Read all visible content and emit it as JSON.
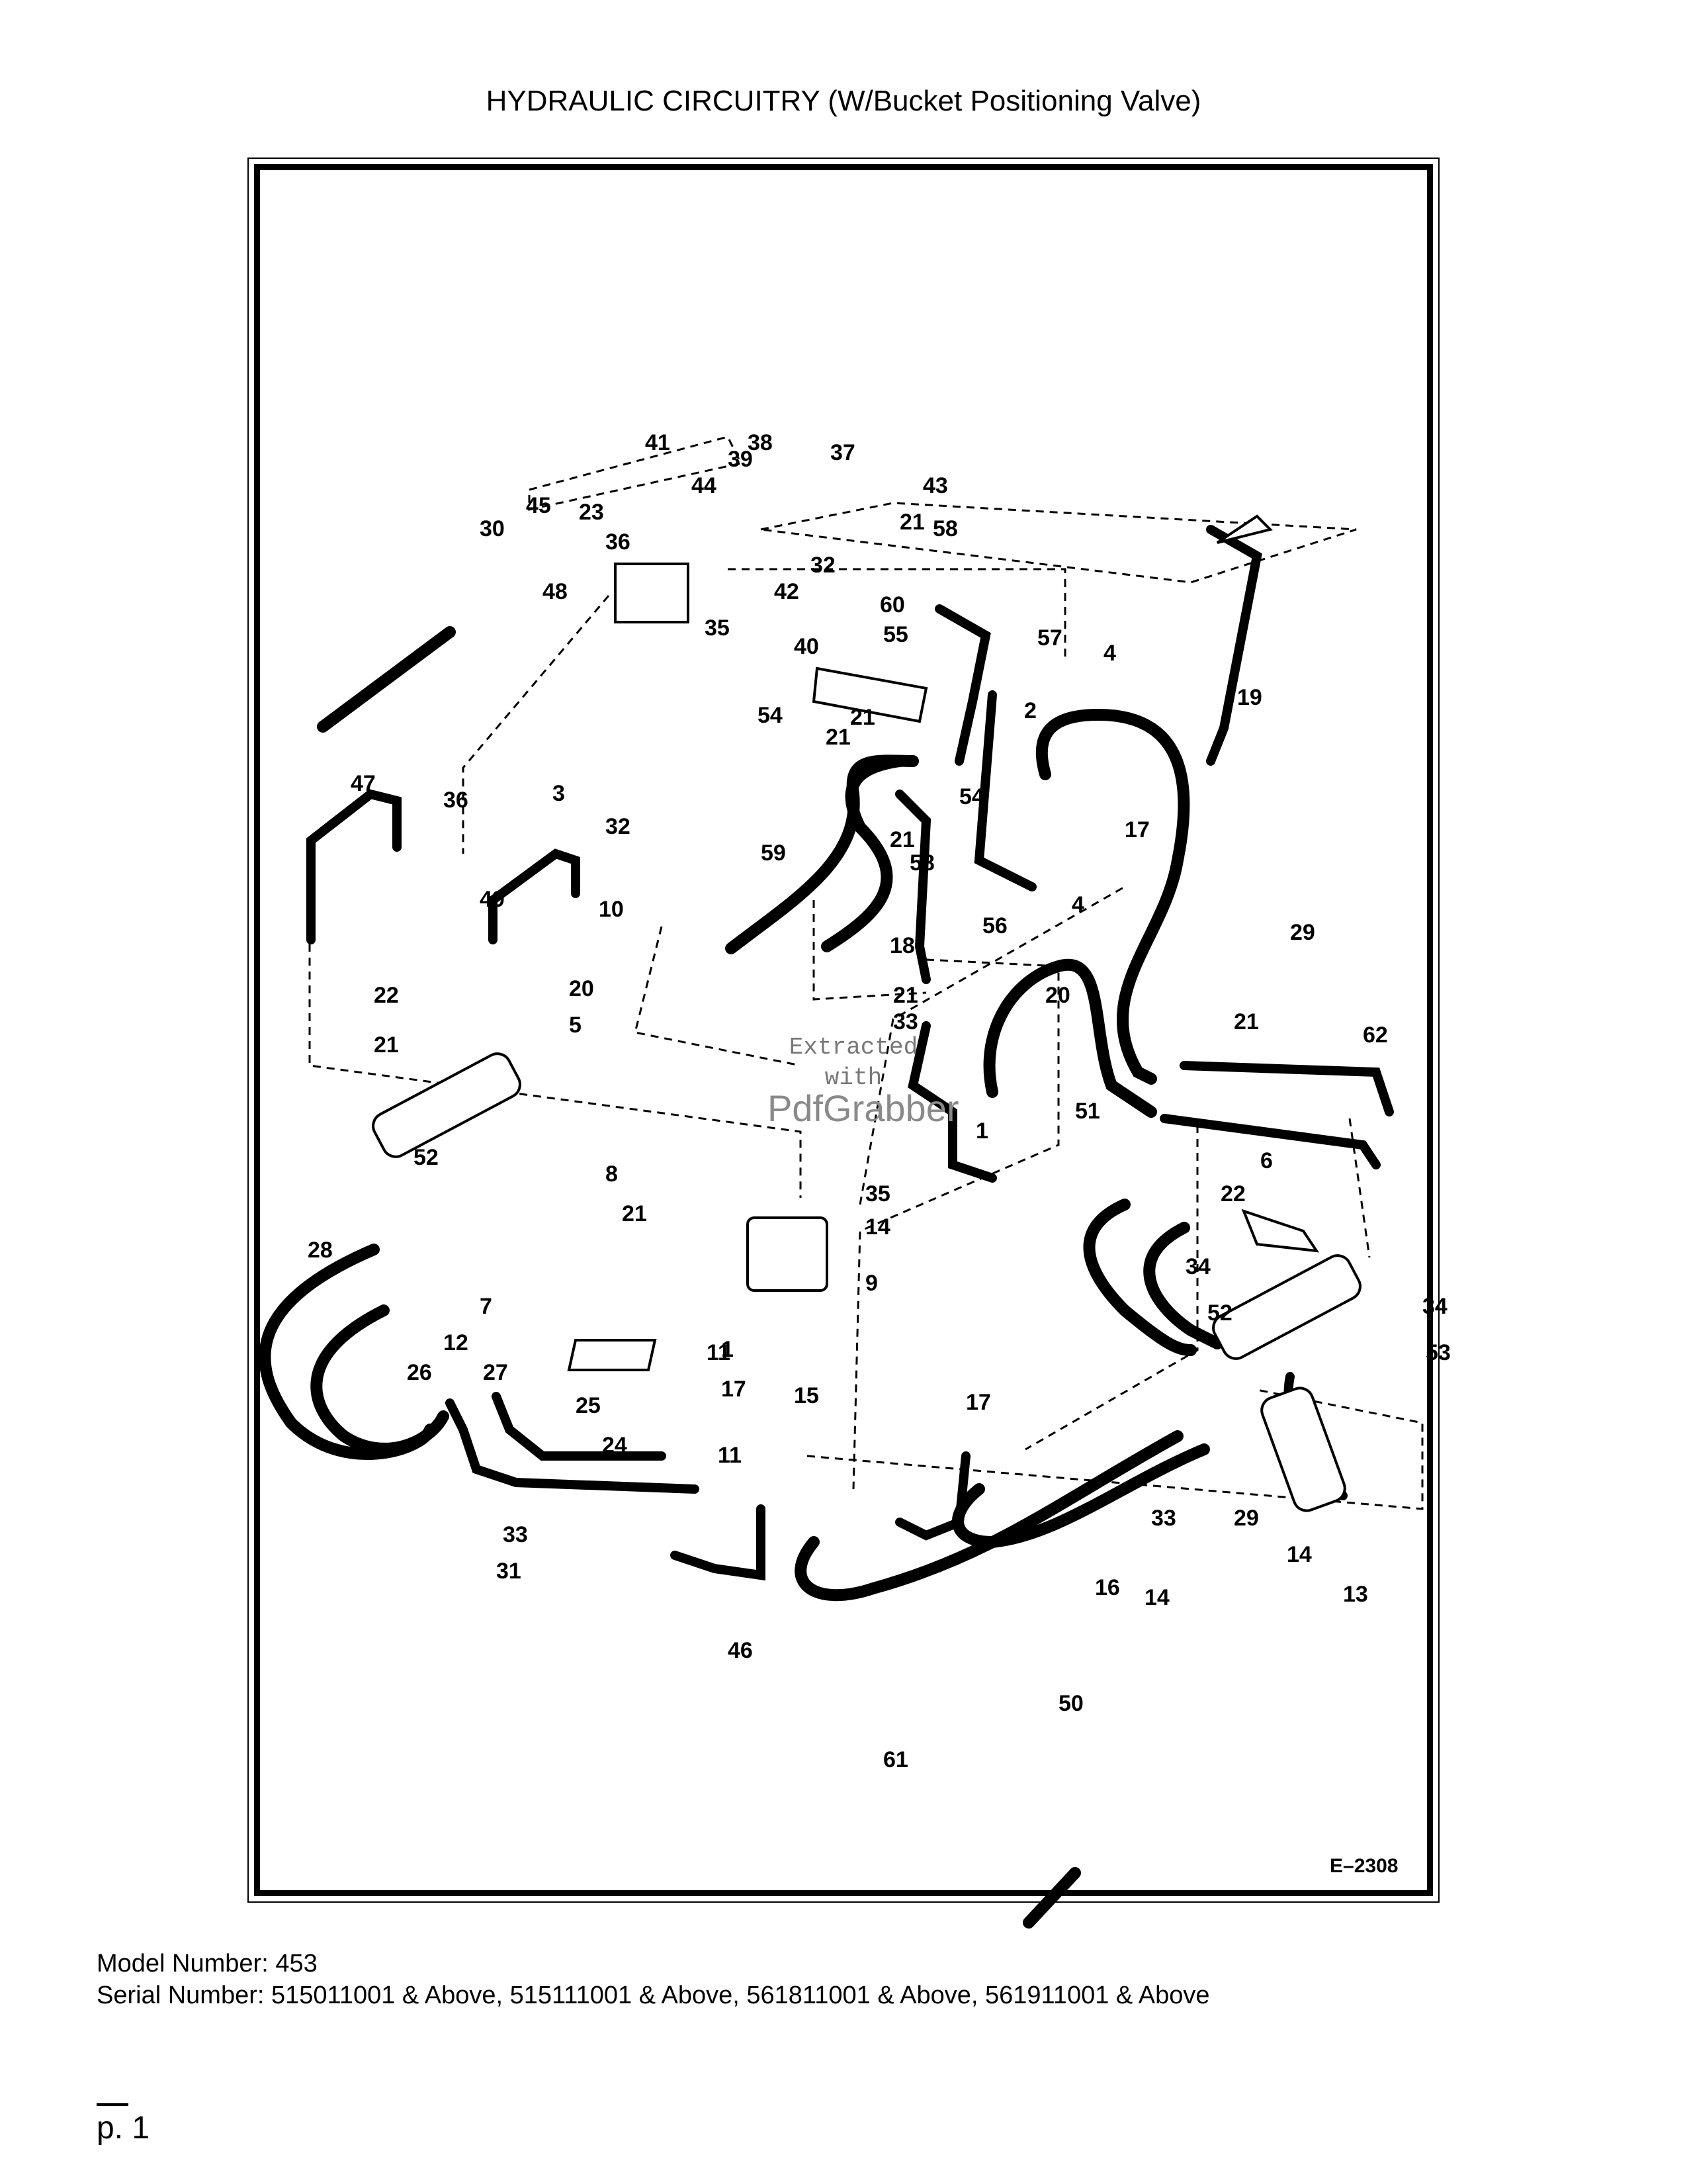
{
  "title": "HYDRAULIC CIRCUITRY (W/Bucket Positioning Valve)",
  "figure_id": "E–2308",
  "watermark": {
    "line1": "Extracted",
    "line2": "with",
    "brand": "PdfGrabber"
  },
  "footer": {
    "model": "Model Number: 453",
    "serial": "Serial Number: 515011001 & Above, 515111001 & Above, 561811001 & Above, 561911001 & Above"
  },
  "page_number": "p. 1",
  "callouts": [
    "41",
    "38",
    "37",
    "39",
    "44",
    "43",
    "45",
    "23",
    "30",
    "36",
    "48",
    "21",
    "58",
    "32",
    "42",
    "60",
    "35",
    "40",
    "55",
    "57",
    "4",
    "2",
    "54",
    "21",
    "21",
    "19",
    "47",
    "36",
    "3",
    "32",
    "59",
    "54",
    "17",
    "49",
    "10",
    "21",
    "58",
    "56",
    "4",
    "18",
    "29",
    "20",
    "22",
    "20",
    "21",
    "21",
    "5",
    "33",
    "21",
    "62",
    "51",
    "1",
    "52",
    "8",
    "6",
    "22",
    "35",
    "21",
    "14",
    "28",
    "9",
    "34",
    "7",
    "1",
    "52",
    "34",
    "11",
    "26",
    "12",
    "53",
    "27",
    "25",
    "17",
    "24",
    "15",
    "17",
    "11",
    "29",
    "33",
    "33",
    "31",
    "14",
    "16",
    "13",
    "46",
    "14",
    "50",
    "61"
  ]
}
